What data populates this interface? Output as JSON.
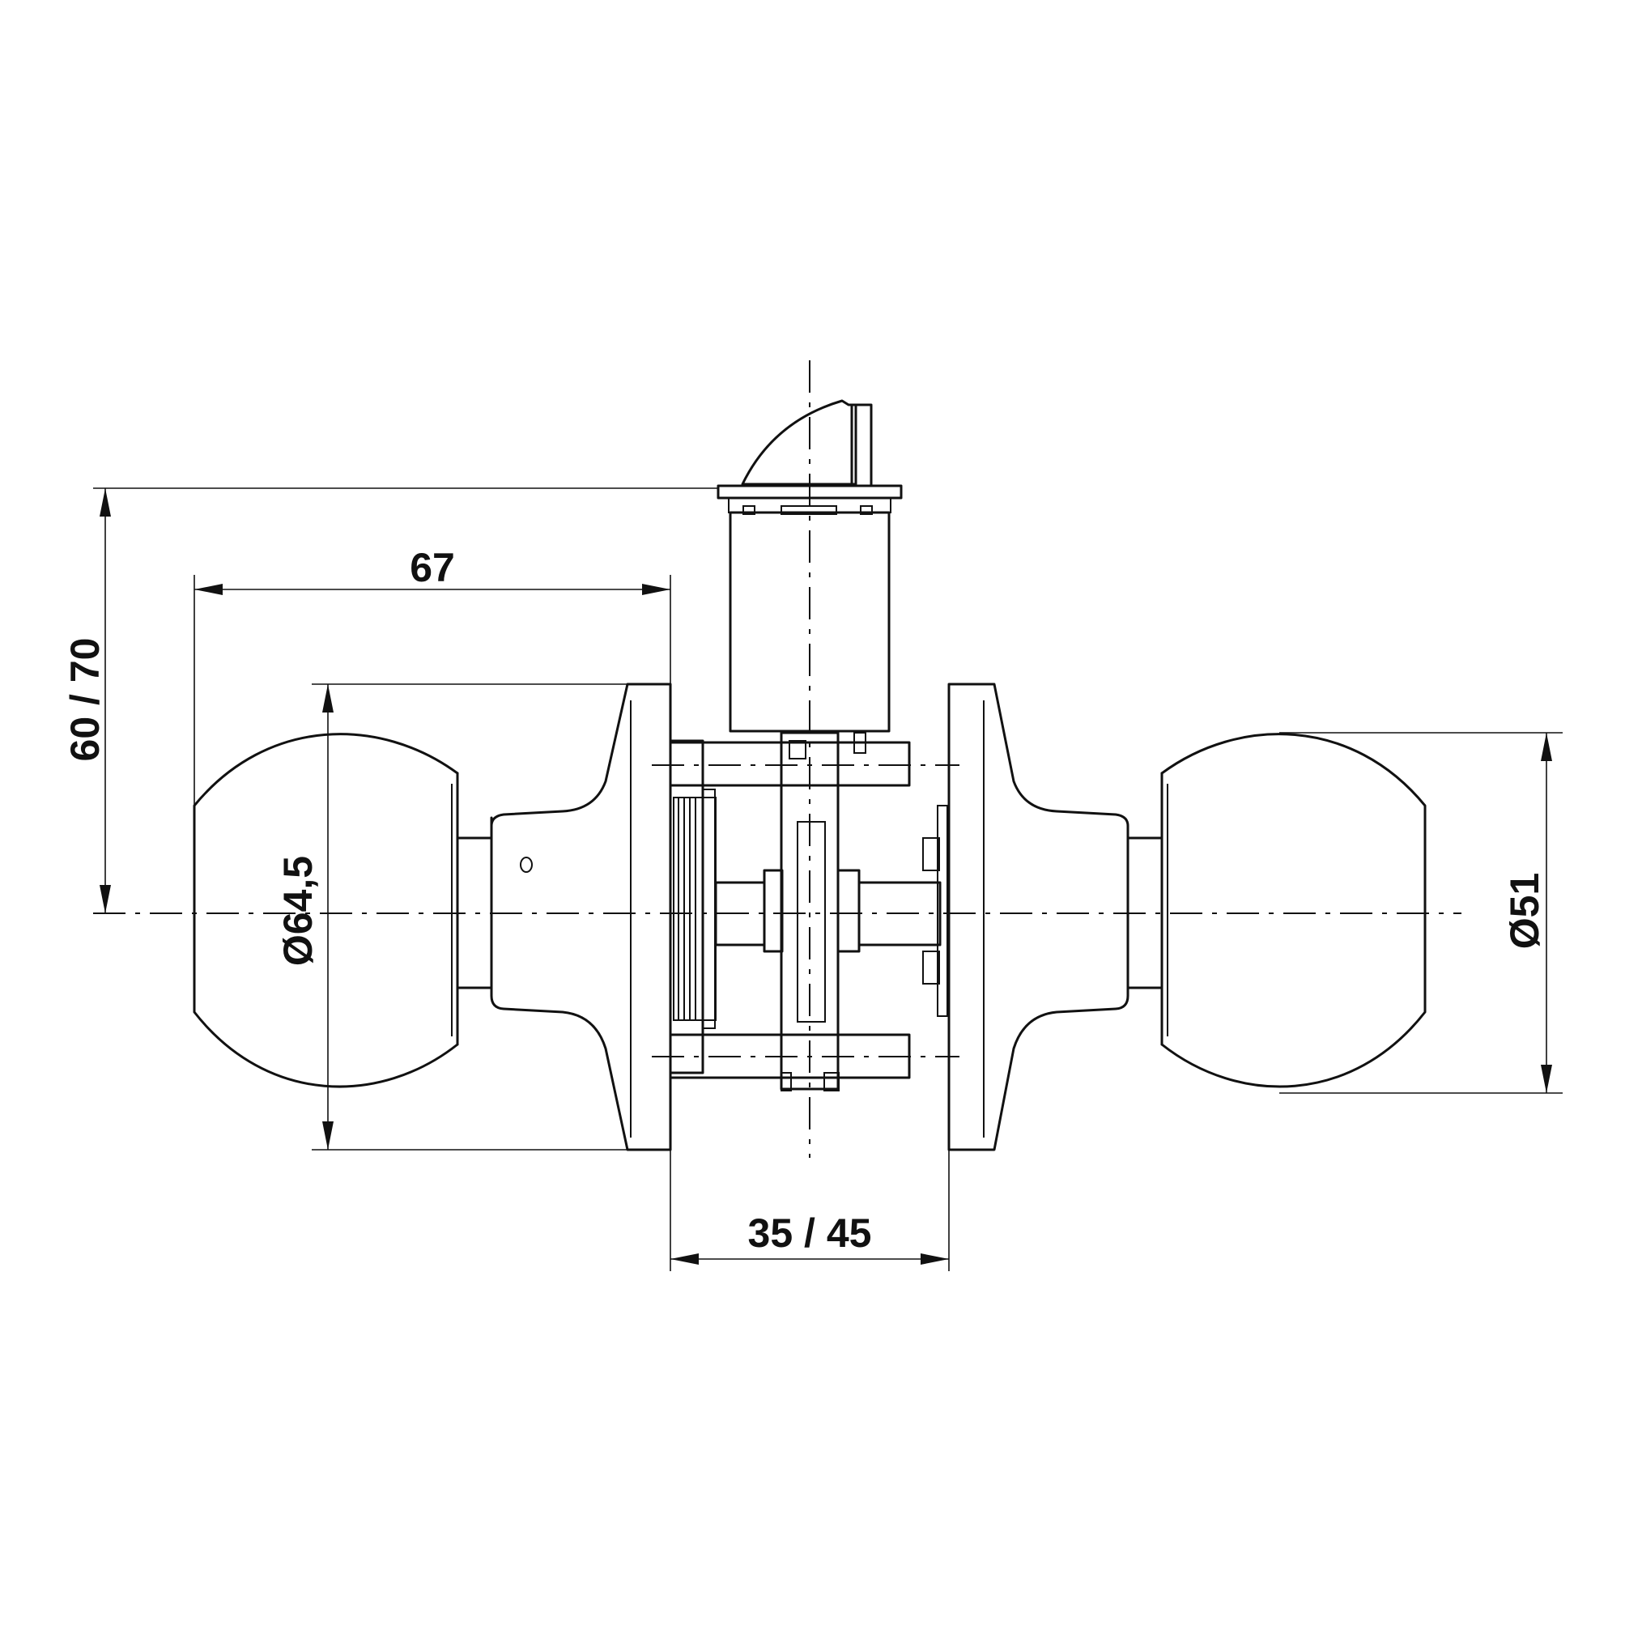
{
  "dimensions": {
    "knob_projection": "67",
    "backset": "60 / 70",
    "rose_diameter": "Ø64,5",
    "door_thickness": "35 / 45",
    "knob_diameter": "Ø51"
  },
  "colors": {
    "line": "#111111",
    "background": "#ffffff"
  }
}
